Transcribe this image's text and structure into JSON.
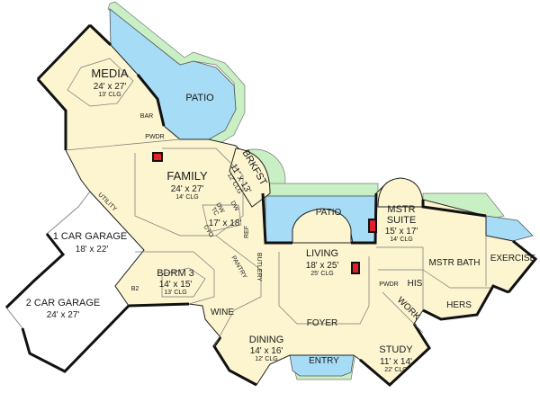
{
  "colors": {
    "floor": "#fcf5d0",
    "patio": "#a6dcf6",
    "landscape": "#c9efc4",
    "fireplace": "#e0202a",
    "wall": "#111111"
  },
  "rooms": {
    "media": {
      "name": "MEDIA",
      "size": "24' x 27'",
      "ceiling": "13' CLG"
    },
    "patio_north": {
      "name": "PATIO"
    },
    "bar": {
      "name": "BAR"
    },
    "pwdr_north": {
      "name": "PWDR"
    },
    "family": {
      "name": "FAMILY",
      "size": "24' x 27'",
      "ceiling": "14' CLG"
    },
    "brkfst": {
      "name": "BRKFST",
      "size": "11' x 13'",
      "ceiling": "12' CLG"
    },
    "utility": {
      "name": "UTILITY"
    },
    "garage_1": {
      "name": "1 CAR GARAGE",
      "size": "18' x 22'"
    },
    "garage_2": {
      "name": "2 CAR GARAGE",
      "size": "24' x 27'"
    },
    "kitchen": {
      "size": "17' x 18'",
      "dw1": "DW",
      "dw2": "DW",
      "tc": "TC",
      "cto": "CTO",
      "ref": "REF",
      "pantry": "PANTRY",
      "butlery": "BUTLERY"
    },
    "bdrm3": {
      "name": "BDRM 3",
      "size": "14' x 15'",
      "ceiling": "13' CLG"
    },
    "b2": {
      "name": "B2"
    },
    "wine": {
      "name": "WINE"
    },
    "dining": {
      "name": "DINING",
      "size": "14' x 16'",
      "ceiling": "12' CLG"
    },
    "foyer": {
      "name": "FOYER"
    },
    "entry": {
      "name": "ENTRY"
    },
    "living": {
      "name": "LIVING",
      "size": "18' x 25'",
      "ceiling": "25' CLG"
    },
    "patio_center": {
      "name": "PATIO"
    },
    "mstr_suite": {
      "name_line1": "MSTR",
      "name_line2": "SUITE",
      "size": "15' x 17'",
      "ceiling": "14' CLG"
    },
    "mstr_bath": {
      "name": "MSTR BATH"
    },
    "exercise": {
      "name": "EXERCISE"
    },
    "pwdr_south": {
      "name": "PWDR"
    },
    "his": {
      "name": "HIS"
    },
    "hers": {
      "name": "HERS"
    },
    "work": {
      "name": "WORK"
    },
    "study": {
      "name": "STUDY",
      "size": "11' x 14'",
      "ceiling": "22' CLG"
    }
  }
}
